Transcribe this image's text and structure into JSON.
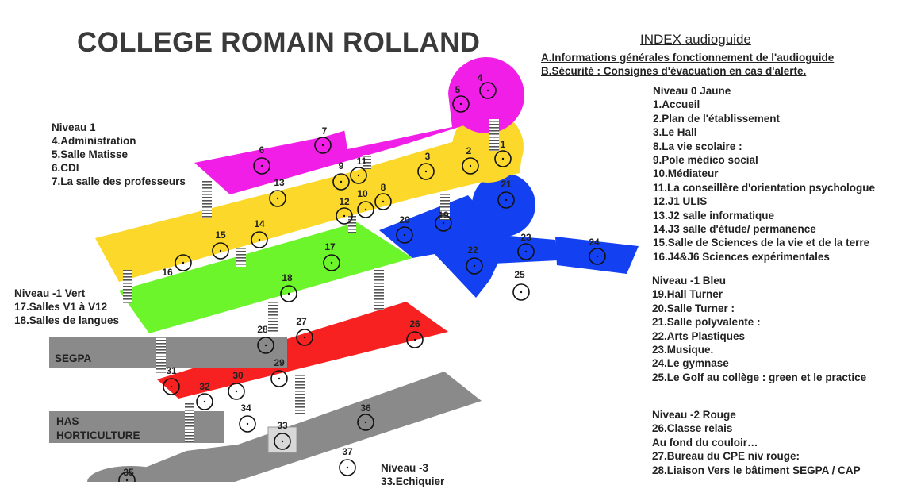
{
  "title": "COLLEGE ROMAIN ROLLAND",
  "index": {
    "title": "INDEX audioguide",
    "a": "A.Informations générales fonctionnement de l'audioguide",
    "b": "B.Sécurité : Consignes d'évacuation en cas d'alerte."
  },
  "colors": {
    "magenta": "#f01ee6",
    "yellow": "#fcd82a",
    "blue": "#1340f0",
    "green": "#6cf52a",
    "red": "#f72121",
    "gray": "#8a8a8a"
  },
  "legends": {
    "niveau1": {
      "heading": "Niveau 1",
      "items": [
        "4.Administration",
        "5.Salle Matisse",
        "6.CDI",
        "7.La salle des professeurs"
      ]
    },
    "niveau_m1_vert": {
      "heading": "Niveau -1   Vert",
      "items": [
        "17.Salles V1 à V12",
        "18.Salles de langues"
      ]
    },
    "niveau0": {
      "heading": "Niveau 0 Jaune",
      "items": [
        "1.Accueil",
        "2.Plan de l'établissement",
        "3.Le Hall",
        "8.La vie scolaire :",
        "9.Pole médico social",
        "10.Médiateur",
        "11.La conseillère d'orientation psychologue",
        "12.J1 ULIS",
        "13.J2 salle informatique",
        "14.J3 salle d'étude/ permanence",
        "15.Salle de Sciences de la vie et de la terre",
        "16.J4&J6 Sciences expérimentales"
      ]
    },
    "niveau_m1_bleu": {
      "heading": "Niveau -1 Bleu",
      "items": [
        "19.Hall Turner",
        "20.Salle Turner :",
        "21.Salle polyvalente :",
        "22.Arts Plastiques",
        "23.Musique.",
        "24.Le gymnase",
        "25.Le Golf au collège : green et le practice"
      ]
    },
    "niveau_m2": {
      "heading": "Niveau -2 Rouge",
      "items": [
        "26.Classe relais",
        "Au fond du couloir…",
        "27.Bureau du  CPE niv rouge:",
        "28.Liaison Vers le bâtiment SEGPA / CAP"
      ]
    },
    "niveau_m3": {
      "heading": "Niveau -3",
      "items": [
        "33.Echiquier"
      ]
    }
  },
  "zones": {
    "segpa": "SEGPA",
    "has": "HAS",
    "horticulture": "HORTICULTURE"
  },
  "markers": [
    {
      "n": "1"
    },
    {
      "n": "2"
    },
    {
      "n": "3"
    },
    {
      "n": "4"
    },
    {
      "n": "5"
    },
    {
      "n": "6"
    },
    {
      "n": "7"
    },
    {
      "n": "8"
    },
    {
      "n": "9"
    },
    {
      "n": "10"
    },
    {
      "n": "11"
    },
    {
      "n": "12"
    },
    {
      "n": "13"
    },
    {
      "n": "14"
    },
    {
      "n": "15"
    },
    {
      "n": "16"
    },
    {
      "n": "17"
    },
    {
      "n": "18"
    },
    {
      "n": "19"
    },
    {
      "n": "20"
    },
    {
      "n": "21"
    },
    {
      "n": "22"
    },
    {
      "n": "23"
    },
    {
      "n": "24"
    },
    {
      "n": "25"
    },
    {
      "n": "26"
    },
    {
      "n": "27"
    },
    {
      "n": "28"
    },
    {
      "n": "29"
    },
    {
      "n": "30"
    },
    {
      "n": "31"
    },
    {
      "n": "32"
    },
    {
      "n": "33"
    },
    {
      "n": "34"
    },
    {
      "n": "35"
    },
    {
      "n": "36"
    },
    {
      "n": "37"
    }
  ]
}
